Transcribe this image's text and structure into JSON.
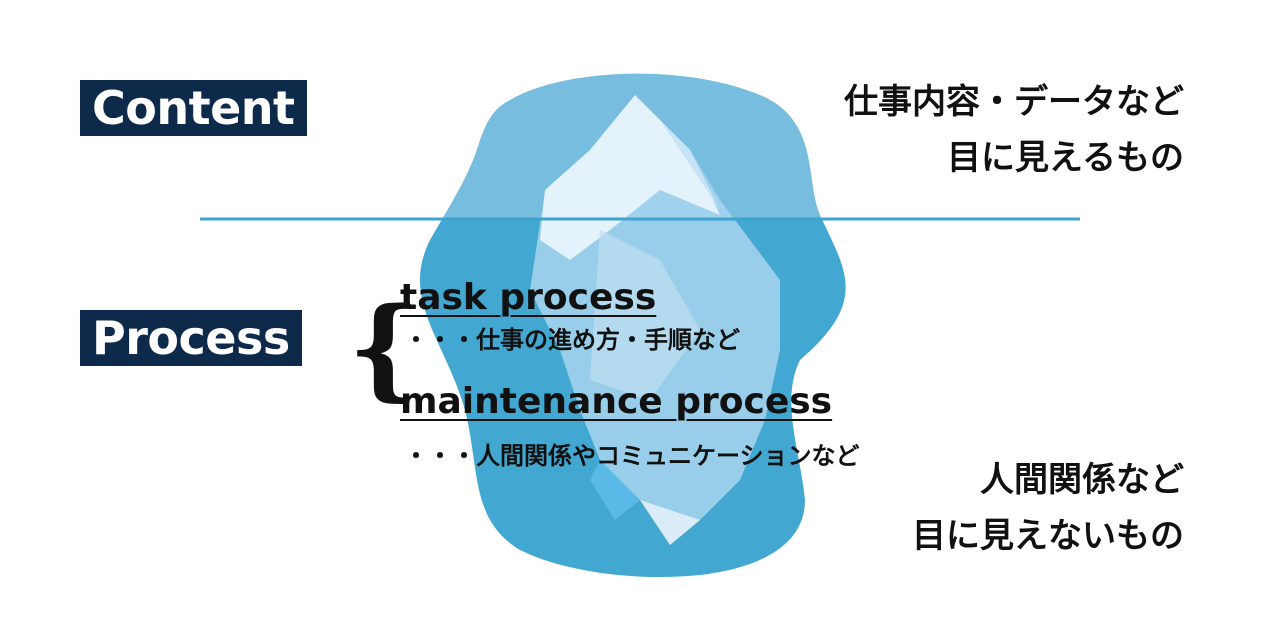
{
  "colors": {
    "label_bg": "#0e2a4a",
    "water_above": "#76bde0",
    "water_below": "#42a8d2",
    "ice_top": "#e4f2fb",
    "ice_bottom": "#9ccfe9",
    "waterline": "#3fa3cf"
  },
  "content": {
    "label": "Content",
    "description_line1": "仕事内容・データなど",
    "description_line2": "目に見えるもの"
  },
  "process": {
    "label": "Process",
    "brace": "{",
    "task": {
      "title": "task process",
      "description": "・・・仕事の進め方・手順など"
    },
    "maintenance": {
      "title": "maintenance process",
      "description": "・・・人間関係やコミュニケーションなど"
    },
    "description_line1": "人間関係など",
    "description_line2": "目に見えないもの"
  }
}
